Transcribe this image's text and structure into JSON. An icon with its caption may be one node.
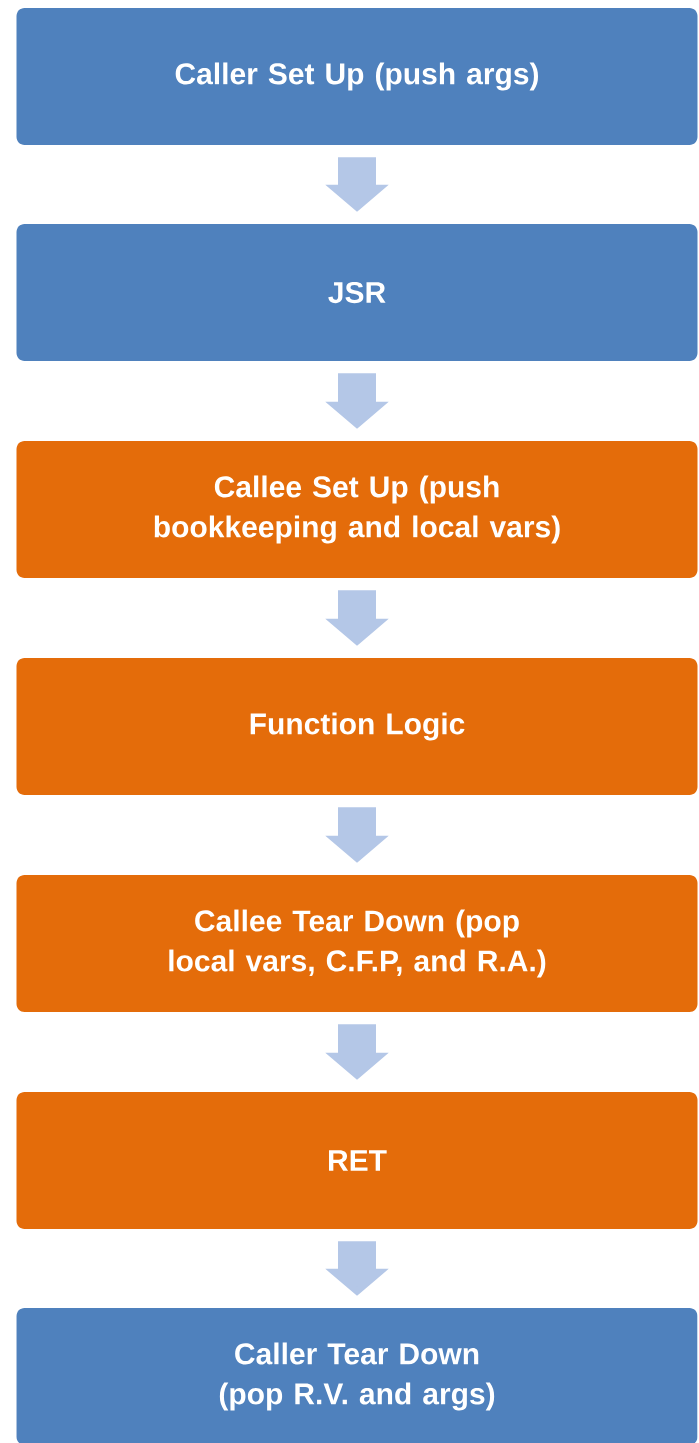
{
  "diagram": {
    "nodes": [
      {
        "text": [
          "Caller Set Up (push args)"
        ]
      },
      {
        "text": [
          "JSR"
        ]
      },
      {
        "text": [
          "Callee Set Up (push bookkeeping and local vars)"
        ]
      },
      {
        "text": [
          "Function Logic"
        ]
      },
      {
        "text": [
          "Callee Tear Down (pop local vars, C.F.P, and R.A.)"
        ]
      },
      {
        "text": [
          "RET"
        ]
      },
      {
        "text": [
          "Caller Tear Down (pop R.V. and args)"
        ]
      }
    ],
    "edges": [
      {
        "from": 0,
        "to": 1,
        "arrow": "to"
      },
      {
        "from": 1,
        "to": 2,
        "arrow": "to"
      },
      {
        "from": 2,
        "to": 3,
        "arrow": "to"
      },
      {
        "from": 3,
        "to": 4,
        "arrow": "to"
      },
      {
        "from": 4,
        "to": 5,
        "arrow": "to"
      },
      {
        "from": 5,
        "to": 6,
        "arrow": "to"
      }
    ]
  }
}
